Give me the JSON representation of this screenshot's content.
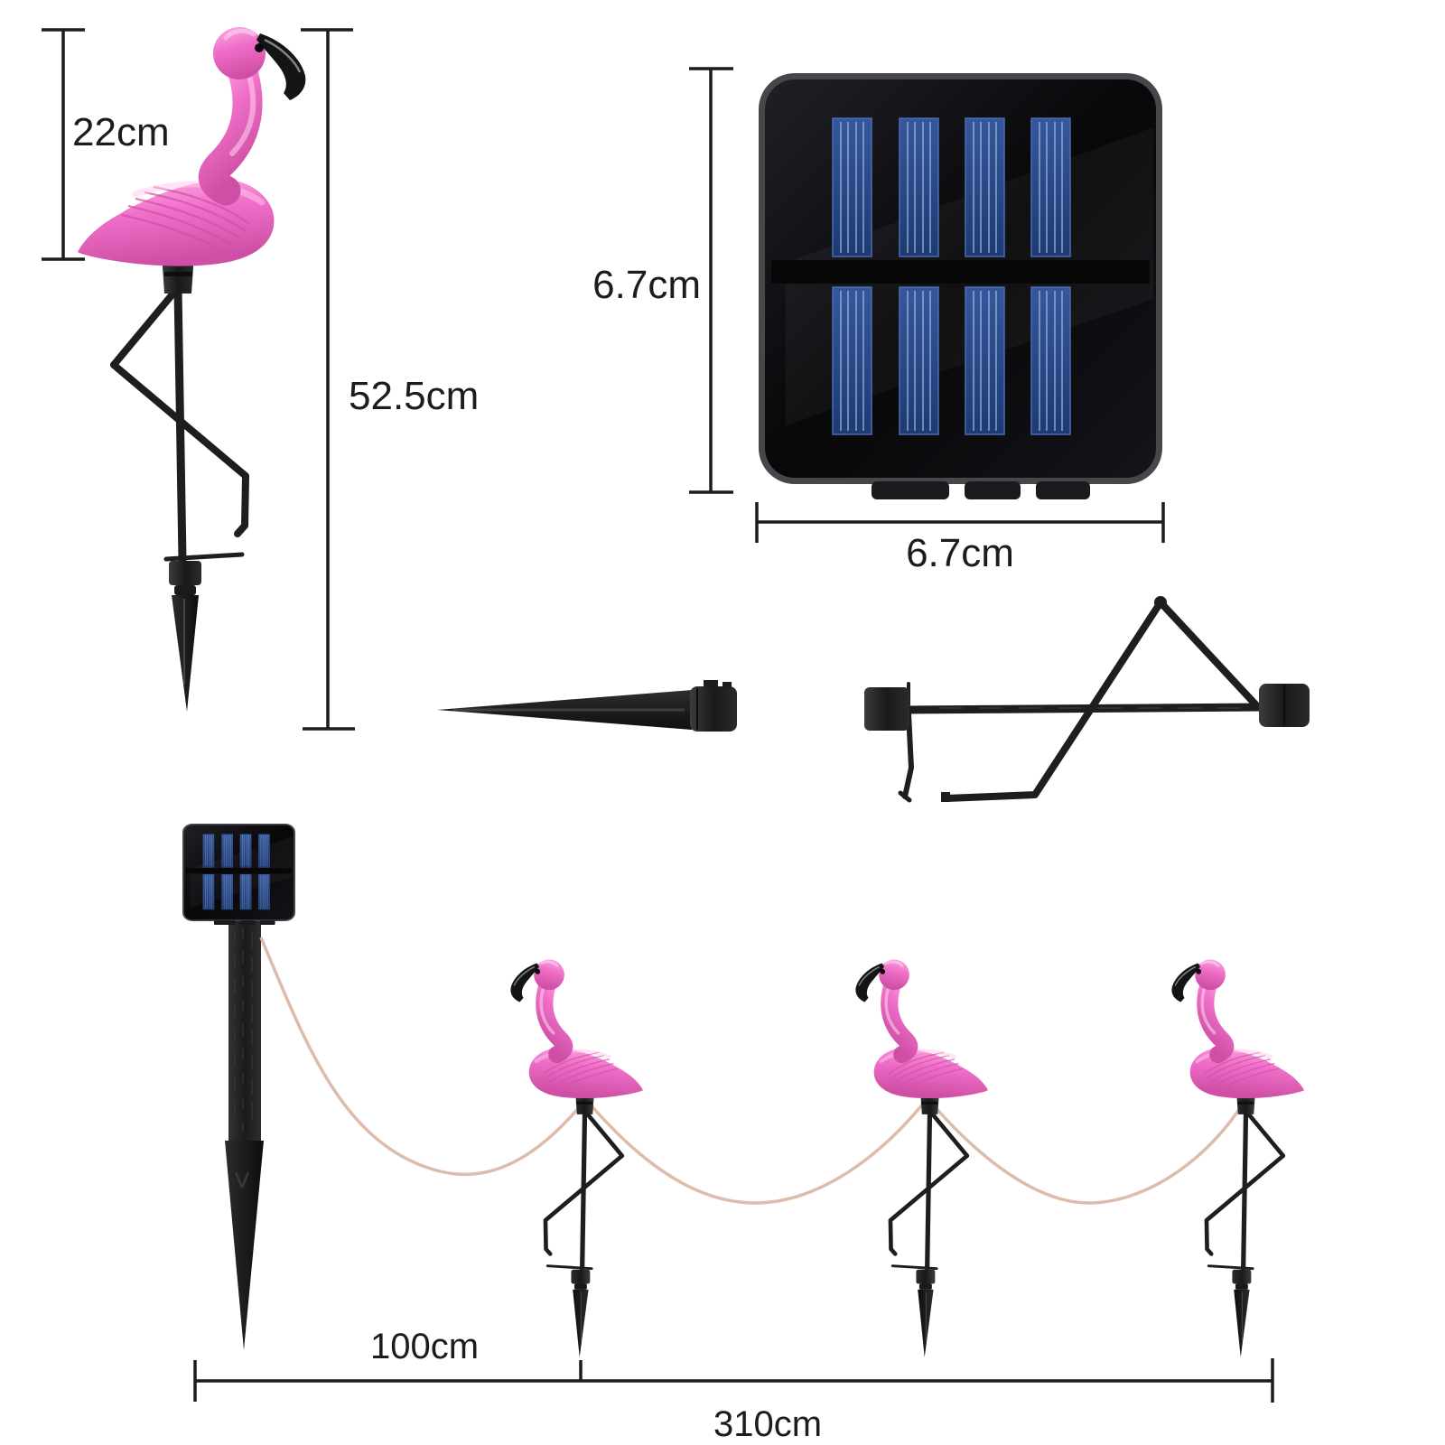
{
  "labels": {
    "flamingo_body_height": "22cm",
    "total_height": "52.5cm",
    "solar_panel_height": "6.7cm",
    "solar_panel_width": "6.7cm",
    "panel_to_first_flamingo": "100cm",
    "total_cable_length": "310cm"
  },
  "colors": {
    "background": "#ffffff",
    "dimension_ink": "#1c1c1c",
    "flamingo_pink": "#ef6ec8",
    "flamingo_pink_light": "#ffb0e6",
    "flamingo_pink_dark": "#cf4fa6",
    "plastic_black": "#1b1b1d",
    "solar_cell_blue": "#2a4a85",
    "solar_cell_stripe": "#a9bde2",
    "cable_tan": "#dcbcab"
  }
}
